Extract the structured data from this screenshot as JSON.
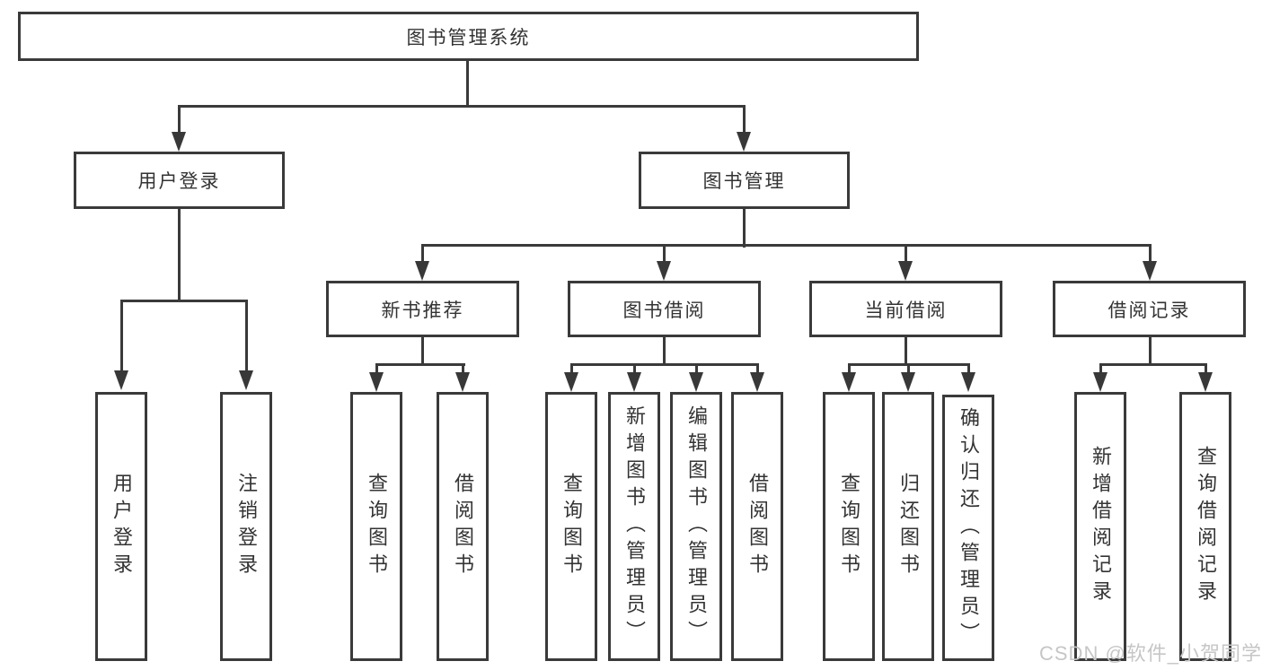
{
  "diagram": {
    "type": "hierarchy-tree",
    "nodes": {
      "root": {
        "label": "图书管理系统"
      },
      "level1": [
        {
          "label": "用户登录"
        },
        {
          "label": "图书管理"
        }
      ],
      "user_login_children": [
        {
          "label": "用户登录"
        },
        {
          "label": "注销登录"
        }
      ],
      "book_mgmt_children": [
        {
          "label": "新书推荐",
          "children": [
            {
              "label": "查询图书"
            },
            {
              "label": "借阅图书"
            }
          ]
        },
        {
          "label": "图书借阅",
          "children": [
            {
              "label": "查询图书"
            },
            {
              "label": "新增图书（管理员）"
            },
            {
              "label": "编辑图书（管理员）"
            },
            {
              "label": "借阅图书"
            }
          ]
        },
        {
          "label": "当前借阅",
          "children": [
            {
              "label": "查询图书"
            },
            {
              "label": "归还图书"
            },
            {
              "label": "确认归还（管理员）"
            }
          ]
        },
        {
          "label": "借阅记录",
          "children": [
            {
              "label": "新增借阅记录"
            },
            {
              "label": "查询借阅记录"
            }
          ]
        }
      ]
    },
    "colors": {
      "line": "#3a3a3a",
      "text": "#333333",
      "background": "#ffffff",
      "watermark": "#c6c6c6"
    }
  },
  "watermark": {
    "text": "CSDN @软件_小贺同学"
  }
}
